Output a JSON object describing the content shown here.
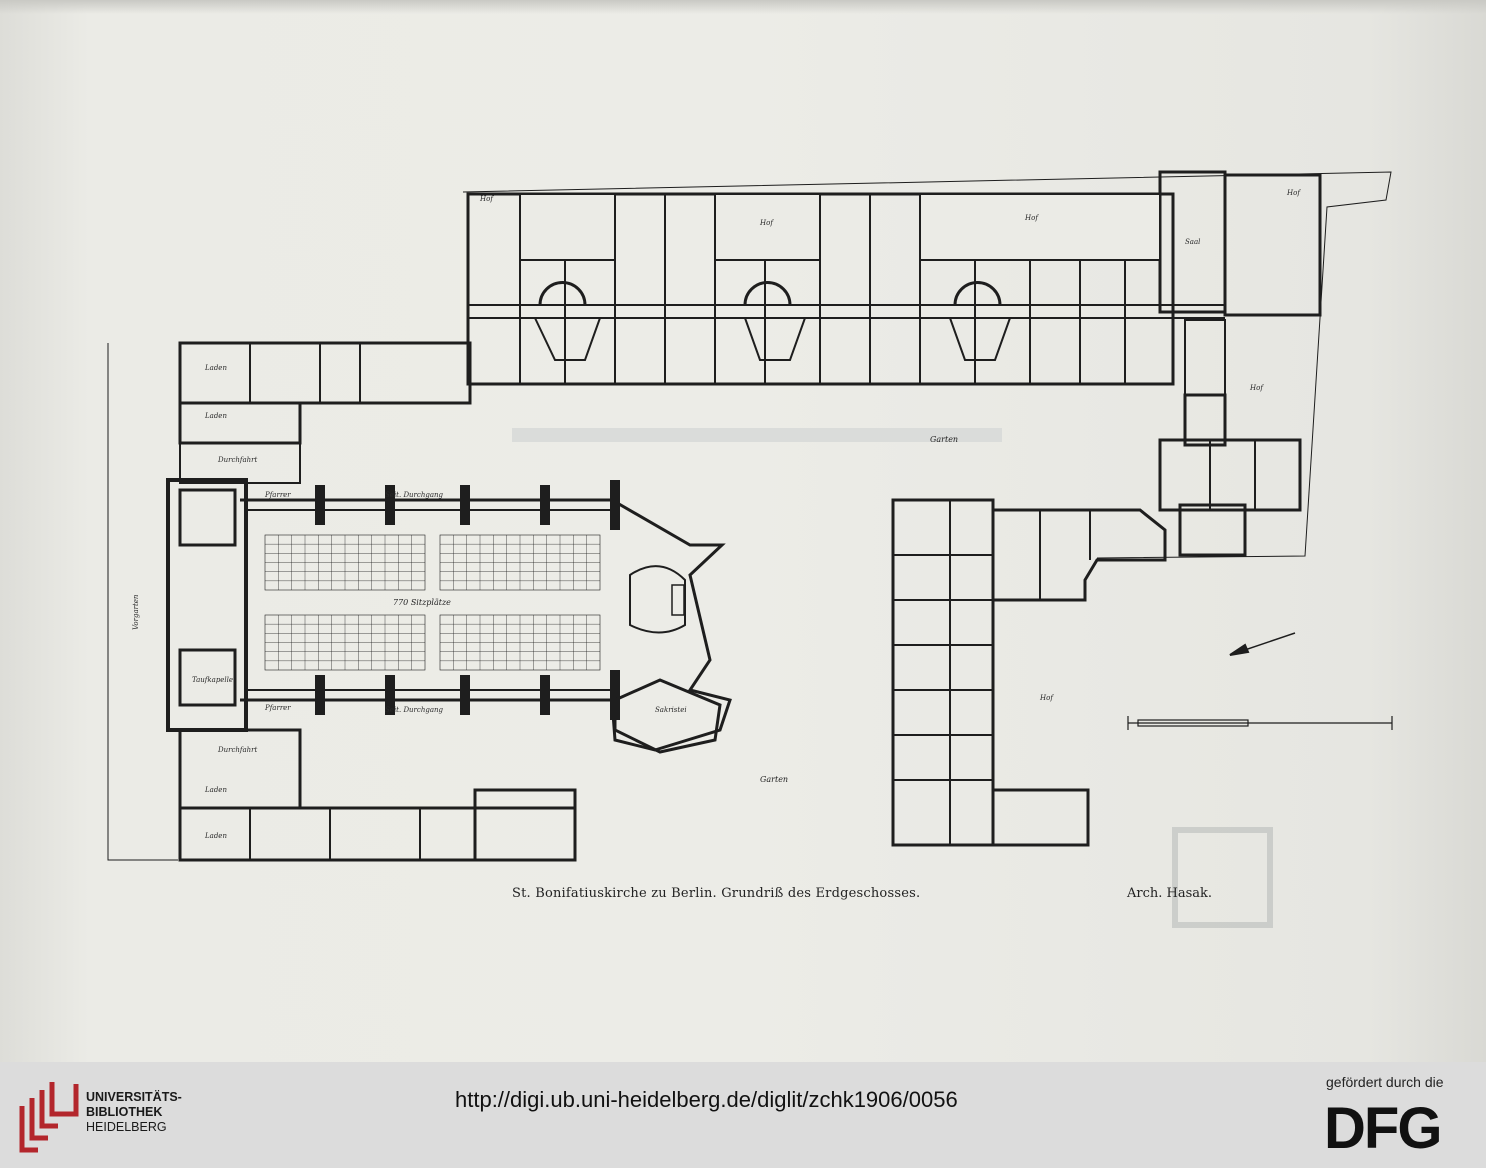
{
  "document": {
    "caption": "St. Bonifatiuskirche zu Berlin.  Grundriß des Erdgeschosses.",
    "architect": "Arch. Hasak.",
    "plan_labels": {
      "nave_seats": "770 Sitzplätze",
      "garden_1": "Garten",
      "garden_2": "Garten",
      "court_1": "Hof",
      "court_2": "Hof",
      "court_3": "Hof",
      "court_4": "Hof",
      "court_5": "Hof",
      "court_6": "Hof",
      "saal": "Saal",
      "laden_1": "Laden",
      "laden_2": "Laden",
      "laden_3": "Laden",
      "laden_4": "Laden",
      "durchfahrt_1": "Durchfahrt",
      "durchfahrt_2": "Durchfahrt",
      "aisle_top": "Seit. Durchgang",
      "aisle_bottom": "Seit. Durchgang",
      "vorgarten": "Vorgarten",
      "pfarrer_1": "Pfarrer",
      "pfarrer_2": "Pfarrer",
      "taufkapelle": "Taufkapelle",
      "sakristei": "Sakristei"
    }
  },
  "footer": {
    "library_line1": "UNIVERSITÄTS-",
    "library_line2": "BIBLIOTHEK",
    "library_line3": "HEIDELBERG",
    "url": "http://digi.ub.uni-heidelberg.de/diglit/zchk1906/0056",
    "funding_note": "gefördert durch die",
    "funder": "DFG"
  },
  "colors": {
    "paper": "#ebebe6",
    "ink": "#1e1e1e",
    "footer_bg": "#dcdcdc",
    "logo_red": "#b3262c"
  }
}
